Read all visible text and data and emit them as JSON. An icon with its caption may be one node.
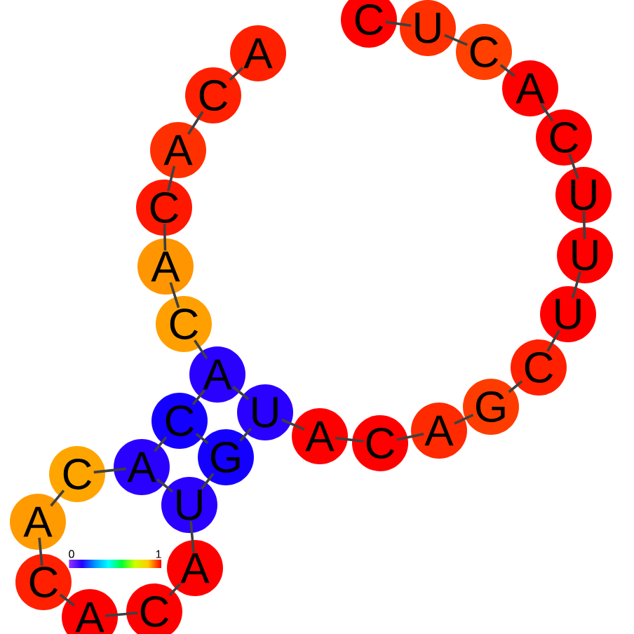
{
  "diagram": {
    "nodes": [
      {
        "text": [
          "A"
        ]
      },
      {
        "text": [
          "C"
        ]
      },
      {
        "text": [
          "A"
        ]
      },
      {
        "text": [
          "C"
        ]
      },
      {
        "text": [
          "A"
        ]
      },
      {
        "text": [
          "C"
        ]
      },
      {
        "text": [
          "A"
        ]
      },
      {
        "text": [
          "C"
        ]
      },
      {
        "text": [
          "A"
        ]
      },
      {
        "text": [
          "C"
        ]
      },
      {
        "text": [
          "A"
        ]
      },
      {
        "text": [
          "C"
        ]
      },
      {
        "text": [
          "A"
        ]
      },
      {
        "text": [
          "C"
        ]
      },
      {
        "text": [
          "A"
        ]
      },
      {
        "text": [
          "U"
        ]
      },
      {
        "text": [
          "G"
        ]
      },
      {
        "text": [
          "U"
        ]
      },
      {
        "text": [
          "A"
        ]
      },
      {
        "text": [
          "C"
        ]
      },
      {
        "text": [
          "A"
        ]
      },
      {
        "text": [
          "G"
        ]
      },
      {
        "text": [
          "C"
        ]
      },
      {
        "text": [
          "U"
        ]
      },
      {
        "text": [
          "U"
        ]
      },
      {
        "text": [
          "U"
        ]
      },
      {
        "text": [
          "C"
        ]
      },
      {
        "text": [
          "A"
        ]
      },
      {
        "text": [
          "C"
        ]
      },
      {
        "text": [
          "U"
        ]
      },
      {
        "text": [
          "C"
        ]
      }
    ],
    "edges": [
      {
        "from": 0,
        "to": 1,
        "arrow": "none"
      },
      {
        "from": 1,
        "to": 2,
        "arrow": "none"
      },
      {
        "from": 2,
        "to": 3,
        "arrow": "none"
      },
      {
        "from": 3,
        "to": 4,
        "arrow": "none"
      },
      {
        "from": 4,
        "to": 5,
        "arrow": "none"
      },
      {
        "from": 5,
        "to": 6,
        "arrow": "none"
      },
      {
        "from": 6,
        "to": 7,
        "arrow": "none"
      },
      {
        "from": 7,
        "to": 8,
        "arrow": "none"
      },
      {
        "from": 8,
        "to": 9,
        "arrow": "none"
      },
      {
        "from": 9,
        "to": 10,
        "arrow": "none"
      },
      {
        "from": 10,
        "to": 11,
        "arrow": "none"
      },
      {
        "from": 11,
        "to": 12,
        "arrow": "none"
      },
      {
        "from": 12,
        "to": 13,
        "arrow": "none"
      },
      {
        "from": 13,
        "to": 14,
        "arrow": "none"
      },
      {
        "from": 14,
        "to": 15,
        "arrow": "none"
      },
      {
        "from": 15,
        "to": 16,
        "arrow": "none"
      },
      {
        "from": 16,
        "to": 17,
        "arrow": "none"
      },
      {
        "from": 17,
        "to": 18,
        "arrow": "none"
      },
      {
        "from": 18,
        "to": 19,
        "arrow": "none"
      },
      {
        "from": 19,
        "to": 20,
        "arrow": "none"
      },
      {
        "from": 20,
        "to": 21,
        "arrow": "none"
      },
      {
        "from": 21,
        "to": 22,
        "arrow": "none"
      },
      {
        "from": 22,
        "to": 23,
        "arrow": "none"
      },
      {
        "from": 23,
        "to": 24,
        "arrow": "none"
      },
      {
        "from": 24,
        "to": 25,
        "arrow": "none"
      },
      {
        "from": 25,
        "to": 26,
        "arrow": "none"
      },
      {
        "from": 26,
        "to": 27,
        "arrow": "none"
      },
      {
        "from": 27,
        "to": 28,
        "arrow": "none"
      },
      {
        "from": 28,
        "to": 29,
        "arrow": "none"
      },
      {
        "from": 29,
        "to": 30,
        "arrow": "none"
      },
      {
        "from": 6,
        "to": 17,
        "arrow": "none"
      },
      {
        "from": 7,
        "to": 16,
        "arrow": "none"
      },
      {
        "from": 8,
        "to": 15,
        "arrow": "none"
      }
    ],
    "labels": [
      "0",
      "1"
    ]
  }
}
